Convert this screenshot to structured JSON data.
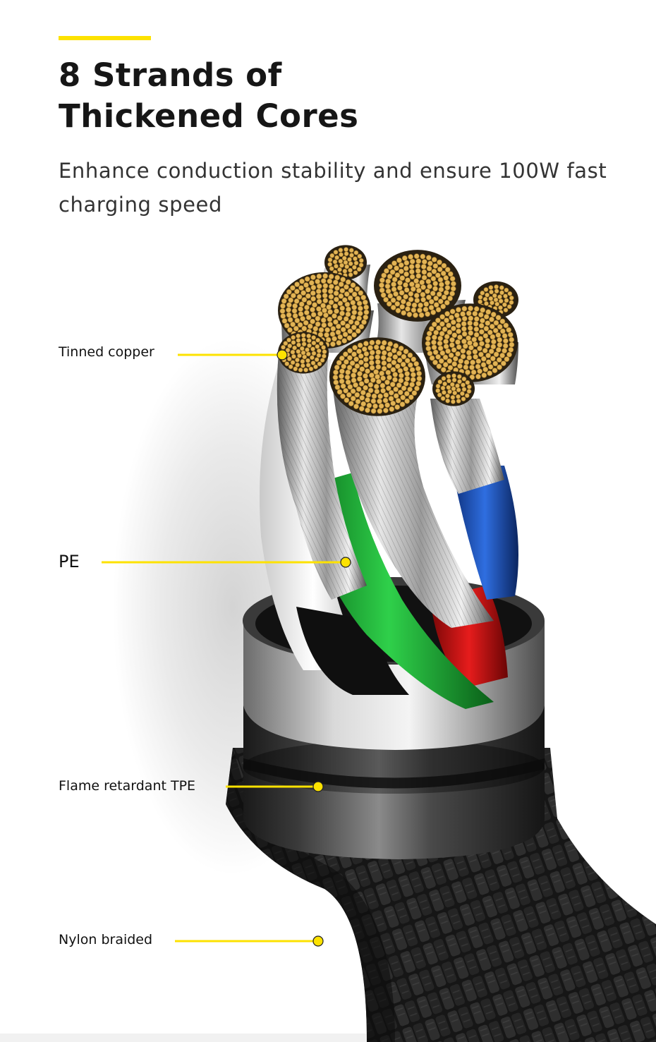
{
  "header": {
    "title_line1": "8 Strands of",
    "title_line2": "Thickened Cores",
    "subtitle": "Enhance conduction stability and ensure 100W fast charging speed"
  },
  "callouts": [
    {
      "label": "Tinned copper"
    },
    {
      "label": "PE"
    },
    {
      "label": "Flame retardant TPE"
    },
    {
      "label": "Nylon braided"
    }
  ],
  "colors": {
    "accent": "#fde200",
    "copper": "#e2b455",
    "core_green": "#1fa834",
    "core_blue": "#1c4fb8",
    "core_red": "#c41212",
    "core_black": "#111111",
    "core_white": "#f2f2f2",
    "braid": "#1c1c1c"
  }
}
